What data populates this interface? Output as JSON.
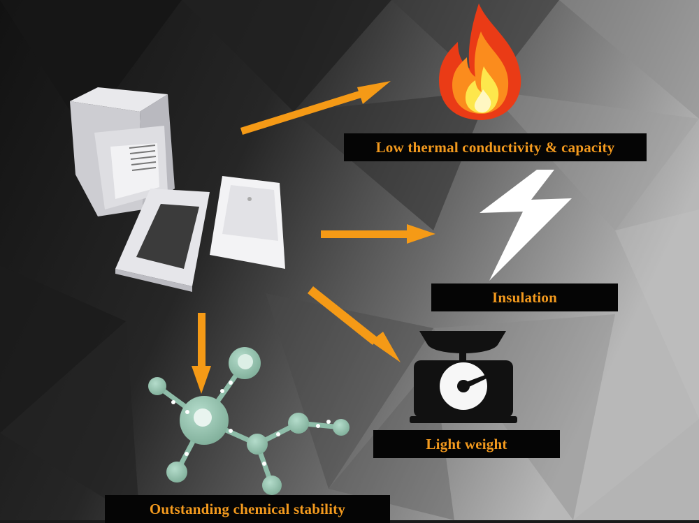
{
  "labels": {
    "thermal": "Low thermal conductivity & capacity",
    "insulation": "Insulation",
    "weight": "Light weight",
    "chemical": "Outstanding chemical stability"
  },
  "icons": {
    "product": "ceramic-fiber-box-photo",
    "thermal": "flame-icon",
    "insulation": "lightning-bolt-icon",
    "weight": "weighing-scale-icon",
    "chemical": "molecule-icon"
  },
  "colors": {
    "arrow": "#f59a16",
    "label_text": "#f39a1e",
    "label_bg": "#050505",
    "molecule": "#8ebda9"
  }
}
